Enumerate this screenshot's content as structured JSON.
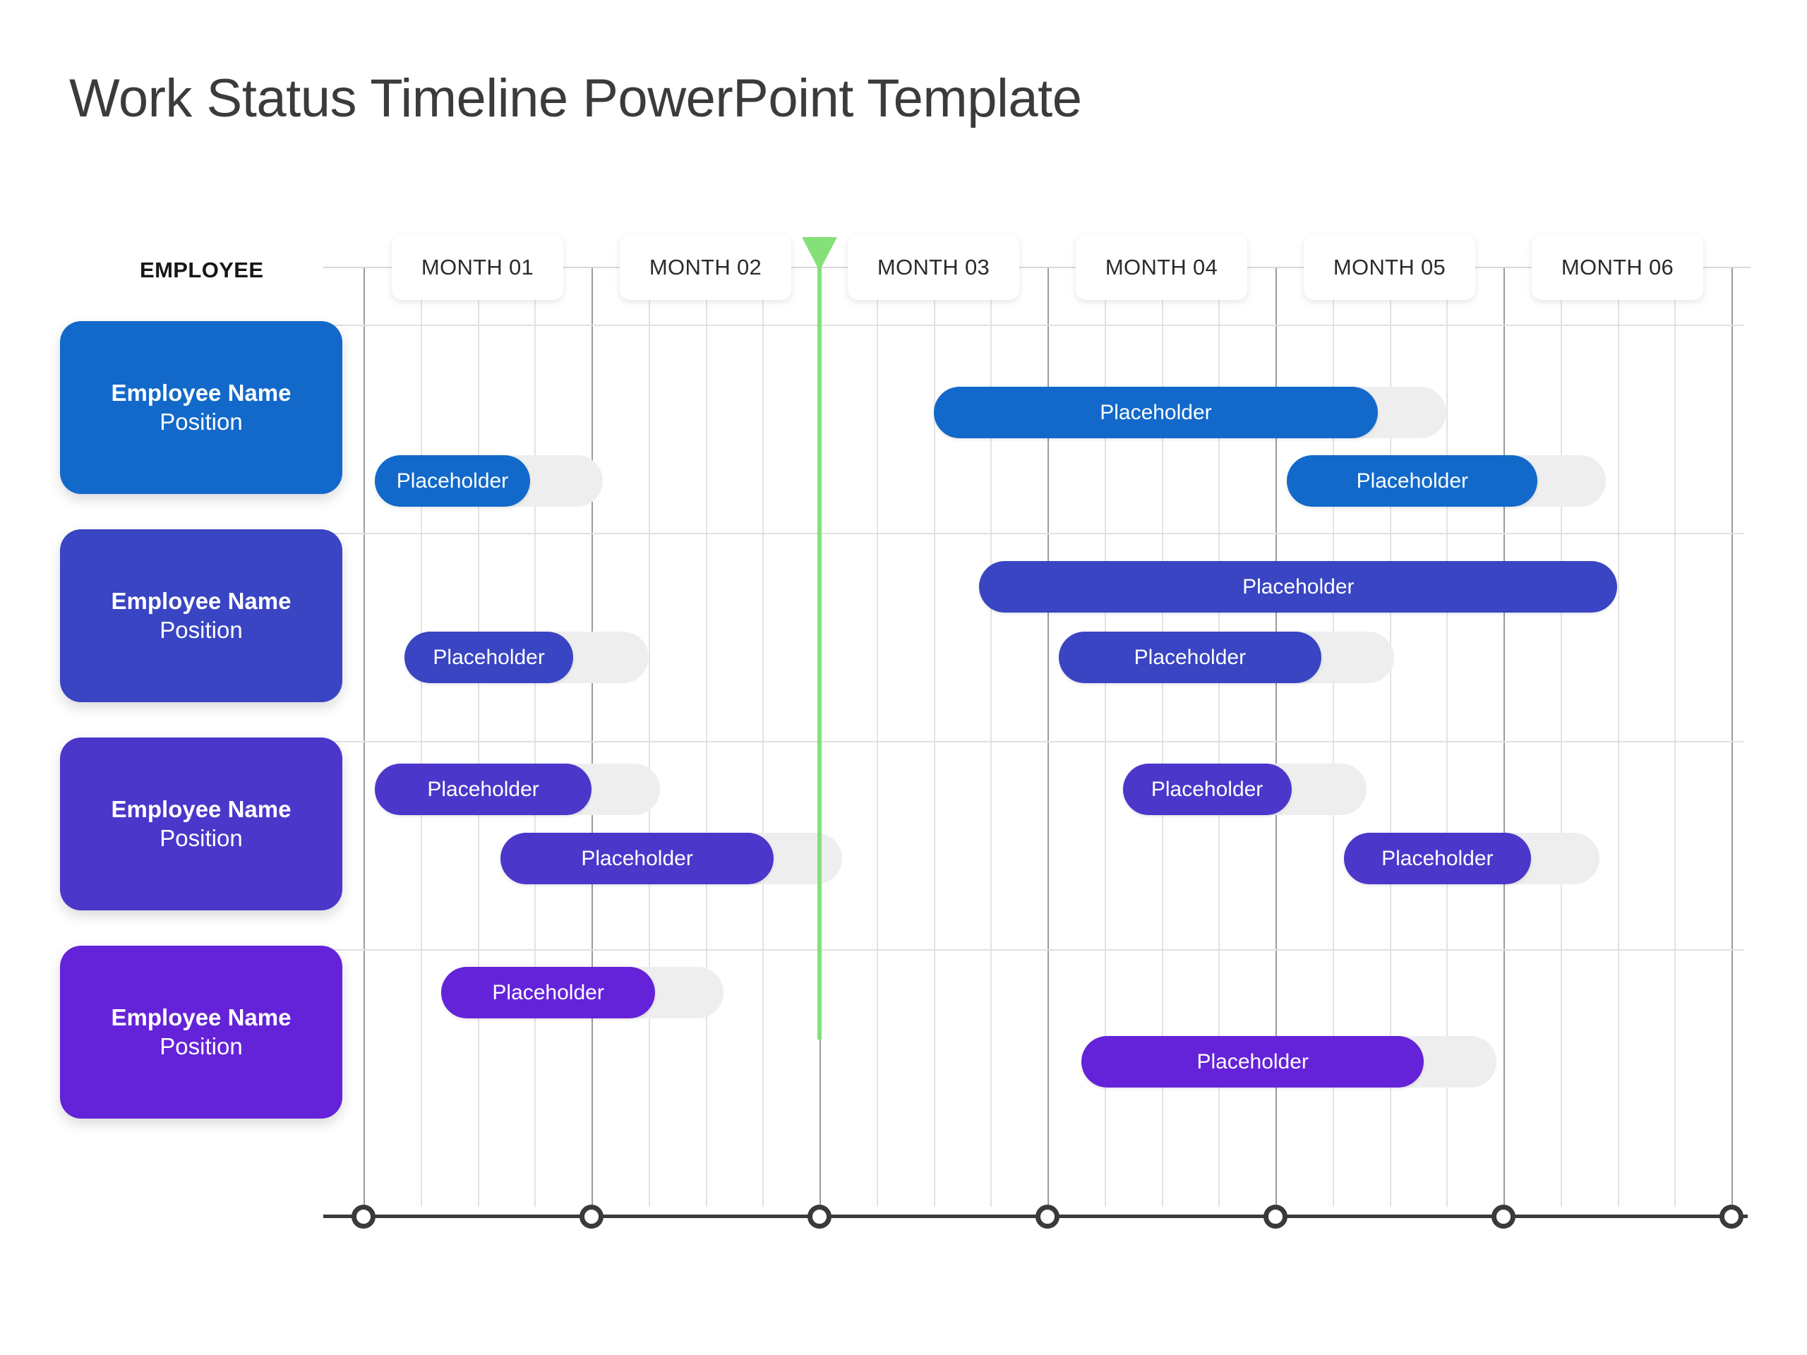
{
  "page": {
    "title": "Work Status Timeline PowerPoint Template",
    "background": "#ffffff"
  },
  "legend": {
    "employee_header": "EMPLOYEE"
  },
  "colors": {
    "row_1": "#1269ca",
    "row_2": "#3945c2",
    "row_3": "#4c37cb",
    "row_4": "#6423d8",
    "track": "#eeeeee",
    "today_marker": "#86e07a",
    "grid_major": "#9b9b9b",
    "grid_minor": "#e3e3e3",
    "axis": "#3a3a3a",
    "title_text": "#3b3b3b"
  },
  "chart_data": {
    "type": "bar",
    "title": "Work Status Timeline PowerPoint Template",
    "xlabel": "",
    "ylabel": "EMPLOYEE",
    "grid": true,
    "legend_position": "none",
    "categories": [
      "MONTH 01",
      "MONTH 02",
      "MONTH 03",
      "MONTH 04",
      "MONTH 05",
      "MONTH 06"
    ],
    "x_axis": {
      "ticks": [
        "MONTH 01",
        "MONTH 02",
        "MONTH 03",
        "MONTH 04",
        "MONTH 05",
        "MONTH 06"
      ],
      "weeks_per_month": 4,
      "tick_markers": 7
    },
    "today_marker_month": 2.0,
    "rows": [
      {
        "name": "Employee Name",
        "position": "Position",
        "color": "#1269ca",
        "tasks": [
          {
            "label": "Placeholder",
            "start": 2.5,
            "end": 4.45,
            "track_end": 4.75,
            "lane": 0
          },
          {
            "label": "Placeholder",
            "start": 0.05,
            "end": 0.73,
            "track_end": 1.05,
            "lane": 1
          },
          {
            "label": "Placeholder",
            "start": 4.05,
            "end": 5.15,
            "track_end": 5.45,
            "lane": 1
          }
        ]
      },
      {
        "name": "Employee Name",
        "position": "Position",
        "color": "#3945c2",
        "tasks": [
          {
            "label": "Placeholder",
            "start": 2.7,
            "end": 5.5,
            "track_end": 5.5,
            "lane": 0
          },
          {
            "label": "Placeholder",
            "start": 0.18,
            "end": 0.92,
            "track_end": 1.25,
            "lane": 1
          },
          {
            "label": "Placeholder",
            "start": 3.05,
            "end": 4.2,
            "track_end": 4.52,
            "lane": 1
          }
        ]
      },
      {
        "name": "Employee Name",
        "position": "Position",
        "color": "#4c37cb",
        "tasks": [
          {
            "label": "Placeholder",
            "start": 0.05,
            "end": 1.0,
            "track_end": 1.3,
            "lane": 0
          },
          {
            "label": "Placeholder",
            "start": 3.33,
            "end": 4.07,
            "track_end": 4.4,
            "lane": 0
          },
          {
            "label": "Placeholder",
            "start": 0.6,
            "end": 1.8,
            "track_end": 2.1,
            "lane": 1
          },
          {
            "label": "Placeholder",
            "start": 4.3,
            "end": 5.12,
            "track_end": 5.42,
            "lane": 1
          }
        ]
      },
      {
        "name": "Employee Name",
        "position": "Position",
        "color": "#6423d8",
        "tasks": [
          {
            "label": "Placeholder",
            "start": 0.34,
            "end": 1.28,
            "track_end": 1.58,
            "lane": 0
          },
          {
            "label": "Placeholder",
            "start": 3.15,
            "end": 4.65,
            "track_end": 4.97,
            "lane": 1
          }
        ]
      }
    ]
  }
}
